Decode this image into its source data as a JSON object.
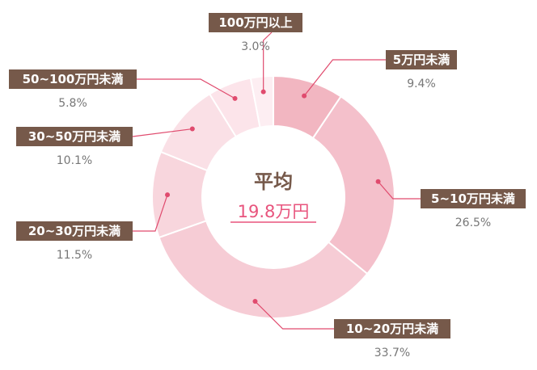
{
  "chart_data": {
    "type": "pie",
    "style": "donut",
    "center": {
      "title": "平均",
      "value": "19.8万円"
    },
    "slices": [
      {
        "label": "5万円未満",
        "value": 9.4,
        "pct_label": "9.4%",
        "color": "#f2b6c1"
      },
      {
        "label": "5~10万円未満",
        "value": 26.5,
        "pct_label": "26.5%",
        "color": "#f4c0cb"
      },
      {
        "label": "10~20万円未満",
        "value": 33.7,
        "pct_label": "33.7%",
        "color": "#f6ccd5"
      },
      {
        "label": "20~30万円未満",
        "value": 11.5,
        "pct_label": "11.5%",
        "color": "#f8d6dd"
      },
      {
        "label": "30~50万円未満",
        "value": 10.1,
        "pct_label": "10.1%",
        "color": "#fae0e6"
      },
      {
        "label": "50~100万円未満",
        "value": 5.8,
        "pct_label": "5.8%",
        "color": "#fce4ea"
      },
      {
        "label": "100万円以上",
        "value": 3.0,
        "pct_label": "3.0%",
        "color": "#fdeef2"
      }
    ],
    "colors": {
      "tag_bg": "#76594a",
      "leader": "#e04b6e",
      "center_title": "#76594a",
      "center_value": "#e8547d"
    }
  }
}
